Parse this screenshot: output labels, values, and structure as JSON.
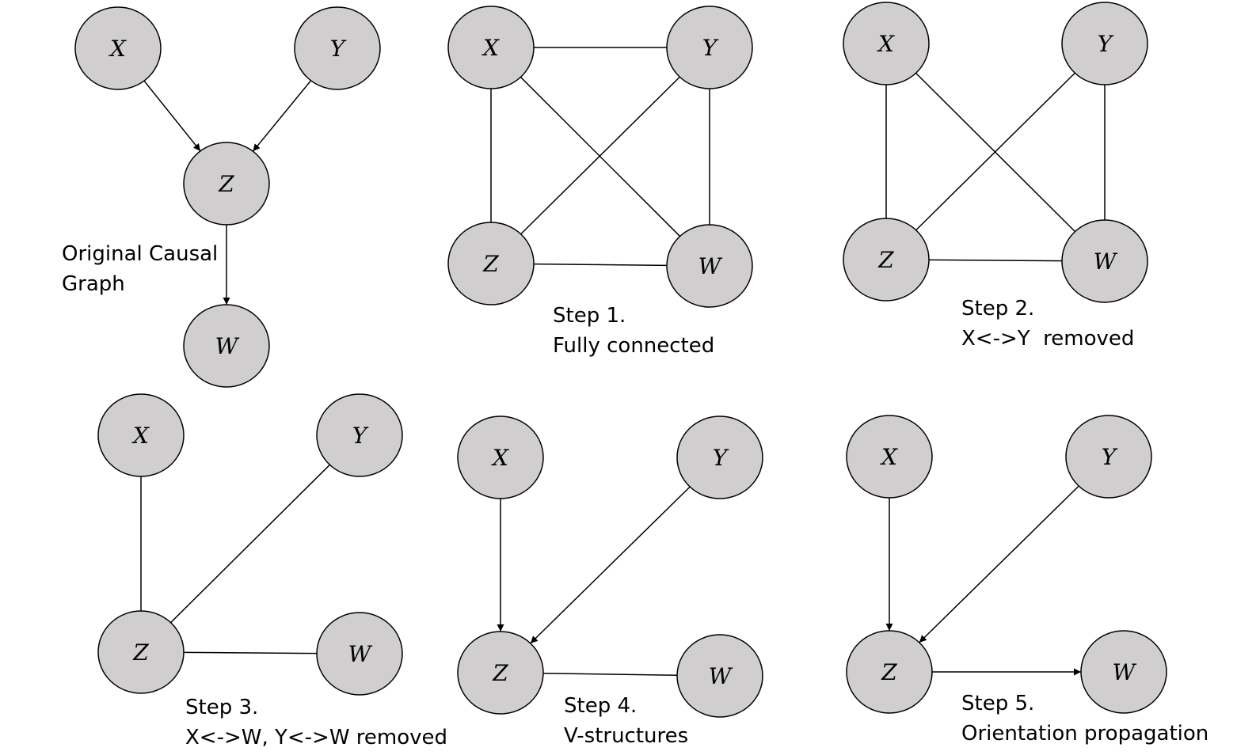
{
  "panels": [
    {
      "id": "original",
      "caption": [
        "Original Causal",
        "Graph"
      ],
      "nodes": {
        "X": "X",
        "Y": "Y",
        "Z": "Z",
        "W": "W"
      },
      "edges": [
        {
          "from": "X",
          "to": "Z",
          "directed": true
        },
        {
          "from": "Y",
          "to": "Z",
          "directed": true
        },
        {
          "from": "Z",
          "to": "W",
          "directed": true
        }
      ]
    },
    {
      "id": "step1",
      "caption": [
        "Step 1.",
        "Fully connected"
      ],
      "nodes": {
        "X": "X",
        "Y": "Y",
        "Z": "Z",
        "W": "W"
      },
      "edges": [
        {
          "from": "X",
          "to": "Y",
          "directed": false
        },
        {
          "from": "X",
          "to": "Z",
          "directed": false
        },
        {
          "from": "X",
          "to": "W",
          "directed": false
        },
        {
          "from": "Y",
          "to": "Z",
          "directed": false
        },
        {
          "from": "Y",
          "to": "W",
          "directed": false
        },
        {
          "from": "Z",
          "to": "W",
          "directed": false
        }
      ]
    },
    {
      "id": "step2",
      "caption": [
        "Step 2.",
        "X<->Y  removed"
      ],
      "nodes": {
        "X": "X",
        "Y": "Y",
        "Z": "Z",
        "W": "W"
      },
      "edges": [
        {
          "from": "X",
          "to": "Z",
          "directed": false
        },
        {
          "from": "X",
          "to": "W",
          "directed": false
        },
        {
          "from": "Y",
          "to": "Z",
          "directed": false
        },
        {
          "from": "Y",
          "to": "W",
          "directed": false
        },
        {
          "from": "Z",
          "to": "W",
          "directed": false
        }
      ]
    },
    {
      "id": "step3",
      "caption": [
        "Step 3.",
        "X<->W, Y<->W removed"
      ],
      "nodes": {
        "X": "X",
        "Y": "Y",
        "Z": "Z",
        "W": "W"
      },
      "edges": [
        {
          "from": "X",
          "to": "Z",
          "directed": false
        },
        {
          "from": "Y",
          "to": "Z",
          "directed": false
        },
        {
          "from": "Z",
          "to": "W",
          "directed": false
        }
      ]
    },
    {
      "id": "step4",
      "caption": [
        "Step 4.",
        "V-structures"
      ],
      "nodes": {
        "X": "X",
        "Y": "Y",
        "Z": "Z",
        "W": "W"
      },
      "edges": [
        {
          "from": "X",
          "to": "Z",
          "directed": true
        },
        {
          "from": "Y",
          "to": "Z",
          "directed": true
        },
        {
          "from": "Z",
          "to": "W",
          "directed": false
        }
      ]
    },
    {
      "id": "step5",
      "caption": [
        "Step 5.",
        "Orientation propagation"
      ],
      "nodes": {
        "X": "X",
        "Y": "Y",
        "Z": "Z",
        "W": "W"
      },
      "edges": [
        {
          "from": "X",
          "to": "Z",
          "directed": true
        },
        {
          "from": "Y",
          "to": "Z",
          "directed": true
        },
        {
          "from": "Z",
          "to": "W",
          "directed": true
        }
      ]
    }
  ]
}
